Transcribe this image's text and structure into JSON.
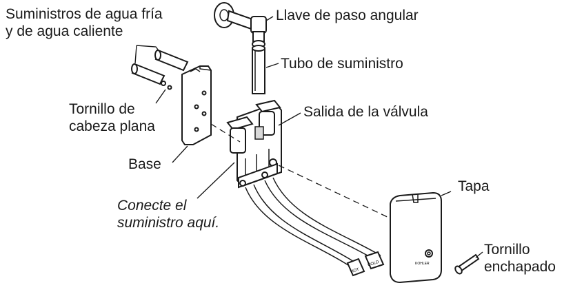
{
  "labels": {
    "supplies": [
      "Suministros de agua fría",
      "y de agua caliente"
    ],
    "stop_valve": "Llave de paso angular",
    "supply_tube": "Tubo de suministro",
    "flat_head_screw": [
      "Tornillo de",
      "cabeza plana"
    ],
    "valve_outlet": "Salida de la válvula",
    "base": "Base",
    "connect_here": [
      "Conecte el",
      "suministro aquí."
    ],
    "cover": "Tapa",
    "plated_screw": [
      "Tornillo",
      "enchapado"
    ]
  },
  "markings": {
    "hose_tag_left": "HOT",
    "hose_tag_right": "COLD",
    "cover_brand": "KOHLER"
  }
}
